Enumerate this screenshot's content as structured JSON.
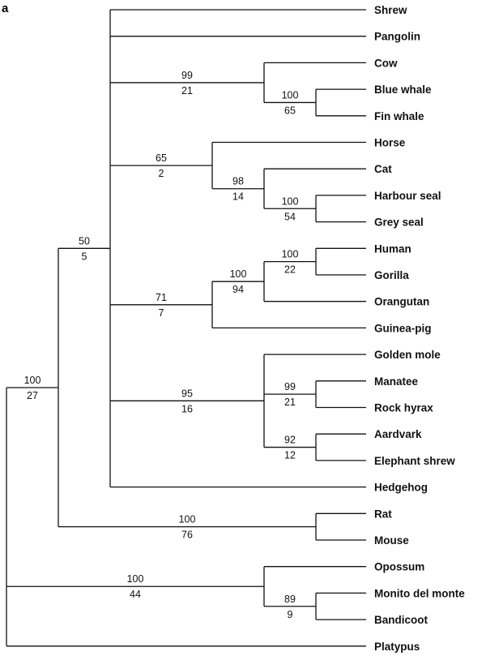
{
  "panel_label": "a",
  "taxa": {
    "shrew": "Shrew",
    "pangolin": "Pangolin",
    "cow": "Cow",
    "blue_whale": "Blue whale",
    "fin_whale": "Fin whale",
    "horse": "Horse",
    "cat": "Cat",
    "harbour_seal": "Harbour seal",
    "grey_seal": "Grey seal",
    "human": "Human",
    "gorilla": "Gorilla",
    "orangutan": "Orangutan",
    "guinea_pig": "Guinea-pig",
    "golden_mole": "Golden mole",
    "manatee": "Manatee",
    "rock_hyrax": "Rock hyrax",
    "aardvark": "Aardvark",
    "elephant_shrew": "Elephant shrew",
    "hedgehog": "Hedgehog",
    "rat": "Rat",
    "mouse": "Mouse",
    "opossum": "Opossum",
    "monito": "Monito del monte",
    "bandicoot": "Bandicoot",
    "platypus": "Platypus"
  },
  "support": {
    "whales": {
      "bootstrap": "100",
      "decay": "65"
    },
    "cetartio": {
      "bootstrap": "99",
      "decay": "21"
    },
    "seals": {
      "bootstrap": "100",
      "decay": "54"
    },
    "carnivora": {
      "bootstrap": "98",
      "decay": "14"
    },
    "ferungul": {
      "bootstrap": "65",
      "decay": "2"
    },
    "homgor": {
      "bootstrap": "100",
      "decay": "22"
    },
    "primates": {
      "bootstrap": "100",
      "decay": "94"
    },
    "euarch": {
      "bootstrap": "71",
      "decay": "7"
    },
    "pae": {
      "bootstrap": "99",
      "decay": "21"
    },
    "aardel": {
      "bootstrap": "92",
      "decay": "12"
    },
    "afro": {
      "bootstrap": "95",
      "decay": "16"
    },
    "big": {
      "bootstrap": "50",
      "decay": "5"
    },
    "rodent": {
      "bootstrap": "100",
      "decay": "76"
    },
    "eutheria": {
      "bootstrap": "100",
      "decay": "27"
    },
    "ausm": {
      "bootstrap": "89",
      "decay": "9"
    },
    "marsup": {
      "bootstrap": "100",
      "decay": "44"
    }
  }
}
